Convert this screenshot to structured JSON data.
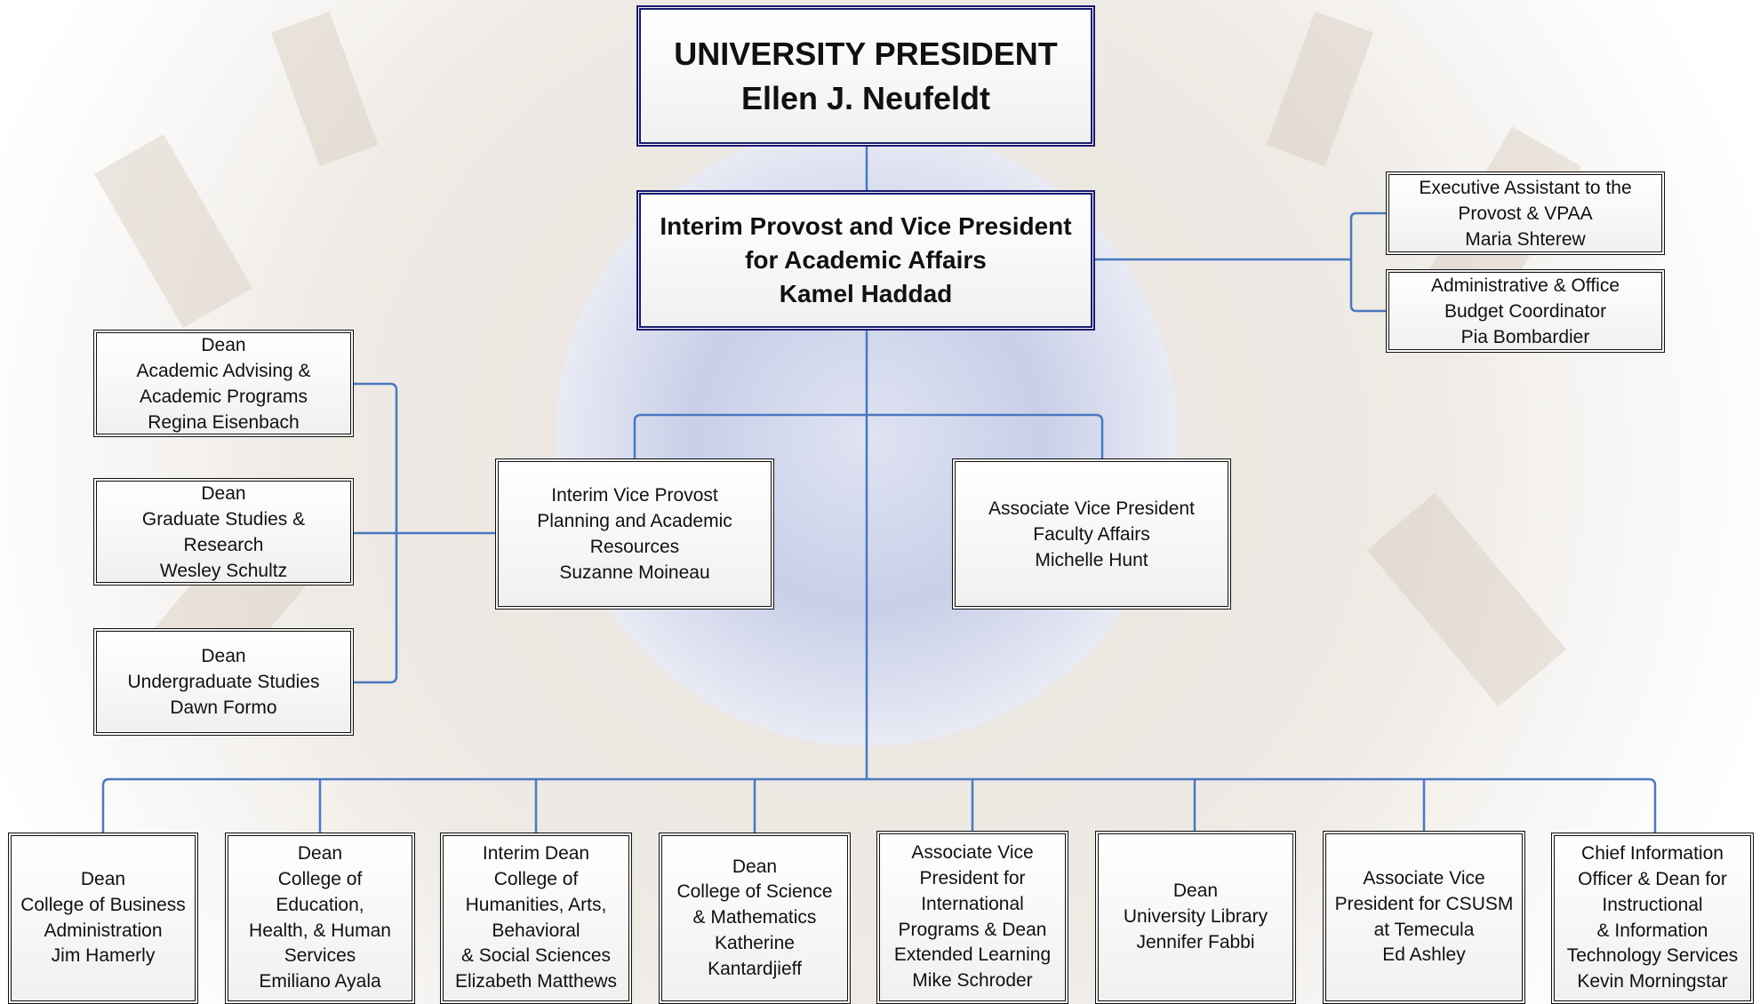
{
  "president": {
    "title": "UNIVERSITY PRESIDENT",
    "name": "Ellen J. Neufeldt"
  },
  "provost": {
    "title_line1": "Interim Provost and Vice President",
    "title_line2": "for Academic Affairs",
    "name": "Kamel Haddad"
  },
  "staff": [
    {
      "lines": [
        "Executive Assistant to the",
        "Provost & VPAA",
        "Maria Shterew"
      ]
    },
    {
      "lines": [
        "Administrative & Office",
        "Budget Coordinator",
        "Pia Bombardier"
      ]
    }
  ],
  "side_deans": [
    {
      "lines": [
        "Dean",
        "Academic Advising &",
        "Academic Programs",
        "Regina Eisenbach"
      ]
    },
    {
      "lines": [
        "Dean",
        "Graduate Studies &",
        "Research",
        "Wesley Schultz"
      ]
    },
    {
      "lines": [
        "Dean",
        "Undergraduate Studies",
        "Dawn Formo"
      ]
    }
  ],
  "middle": [
    {
      "lines": [
        "Interim Vice Provost",
        "Planning and Academic",
        "Resources",
        "Suzanne Moineau"
      ]
    },
    {
      "lines": [
        "Associate Vice President",
        "Faculty Affairs",
        "Michelle Hunt"
      ]
    }
  ],
  "bottom": [
    {
      "lines": [
        "Dean",
        "College of Business",
        "Administration",
        "Jim Hamerly"
      ]
    },
    {
      "lines": [
        "Dean",
        "College of",
        "Education,",
        "Health, & Human",
        "Services",
        "Emiliano Ayala"
      ]
    },
    {
      "lines": [
        "Interim Dean",
        "College of",
        "Humanities, Arts,",
        "Behavioral",
        "& Social Sciences",
        "Elizabeth Matthews"
      ]
    },
    {
      "lines": [
        "Dean",
        "College of Science",
        "& Mathematics",
        "Katherine",
        "Kantardjieff"
      ]
    },
    {
      "lines": [
        "Associate Vice",
        "President for",
        "International",
        "Programs & Dean",
        "Extended Learning",
        "Mike Schroder"
      ]
    },
    {
      "lines": [
        "Dean",
        "University Library",
        "Jennifer Fabbi"
      ]
    },
    {
      "lines": [
        "Associate Vice",
        "President for CSUSM",
        "at Temecula",
        "Ed Ashley"
      ]
    },
    {
      "lines": [
        "Chief Information",
        "Officer & Dean for",
        "Instructional",
        "& Information",
        "Technology Services",
        "Kevin Morningstar"
      ]
    }
  ],
  "colors": {
    "connector": "#4a78c0",
    "president_border": "#1a1a6e",
    "box_border": "#111111"
  }
}
